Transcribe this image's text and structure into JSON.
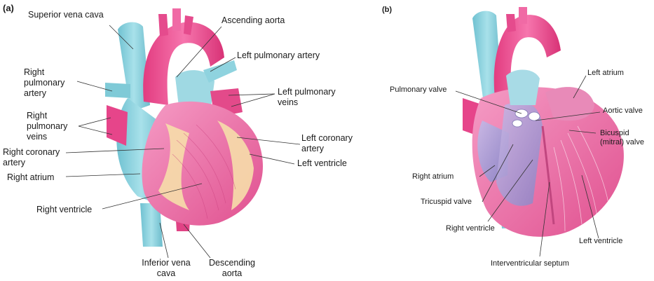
{
  "panels": {
    "a": "(a)",
    "b": "(b)"
  },
  "panel_a": {
    "superior_vena_cava": "Superior vena cava",
    "ascending_aorta": "Ascending aorta",
    "left_pulmonary_artery": "Left pulmonary artery",
    "right_pulmonary_artery": [
      "Right",
      "pulmonary",
      "artery"
    ],
    "left_pulmonary_veins": [
      "Left pulmonary",
      "veins"
    ],
    "right_pulmonary_veins": [
      "Right",
      "pulmonary",
      "veins"
    ],
    "right_coronary_artery": [
      "Right coronary",
      "artery"
    ],
    "left_coronary_artery": [
      "Left coronary",
      "artery"
    ],
    "left_ventricle": "Left ventricle",
    "right_atrium": "Right atrium",
    "right_ventricle": "Right ventricle",
    "inferior_vena_cava": [
      "Inferior vena",
      "cava"
    ],
    "descending_aorta": [
      "Descending",
      "aorta"
    ]
  },
  "panel_b": {
    "pulmonary_valve": "Pulmonary valve",
    "left_atrium": "Left atrium",
    "aortic_valve": "Aortic valve",
    "bicuspid_valve": [
      "Bicuspid",
      "(mitral) valve"
    ],
    "right_atrium": "Right atrium",
    "tricuspid_valve": "Tricuspid valve",
    "right_ventricle": "Right ventricle",
    "left_ventricle": "Left ventricle",
    "interventricular_septum": "Interventricular septum"
  },
  "colors": {
    "artery_pink": "#e9438a",
    "muscle_pink": "#f07fb2",
    "vein_blue": "#8fd3df",
    "fat_yellow": "#f7e3a8",
    "interior_lilac": "#b9a4d6"
  }
}
